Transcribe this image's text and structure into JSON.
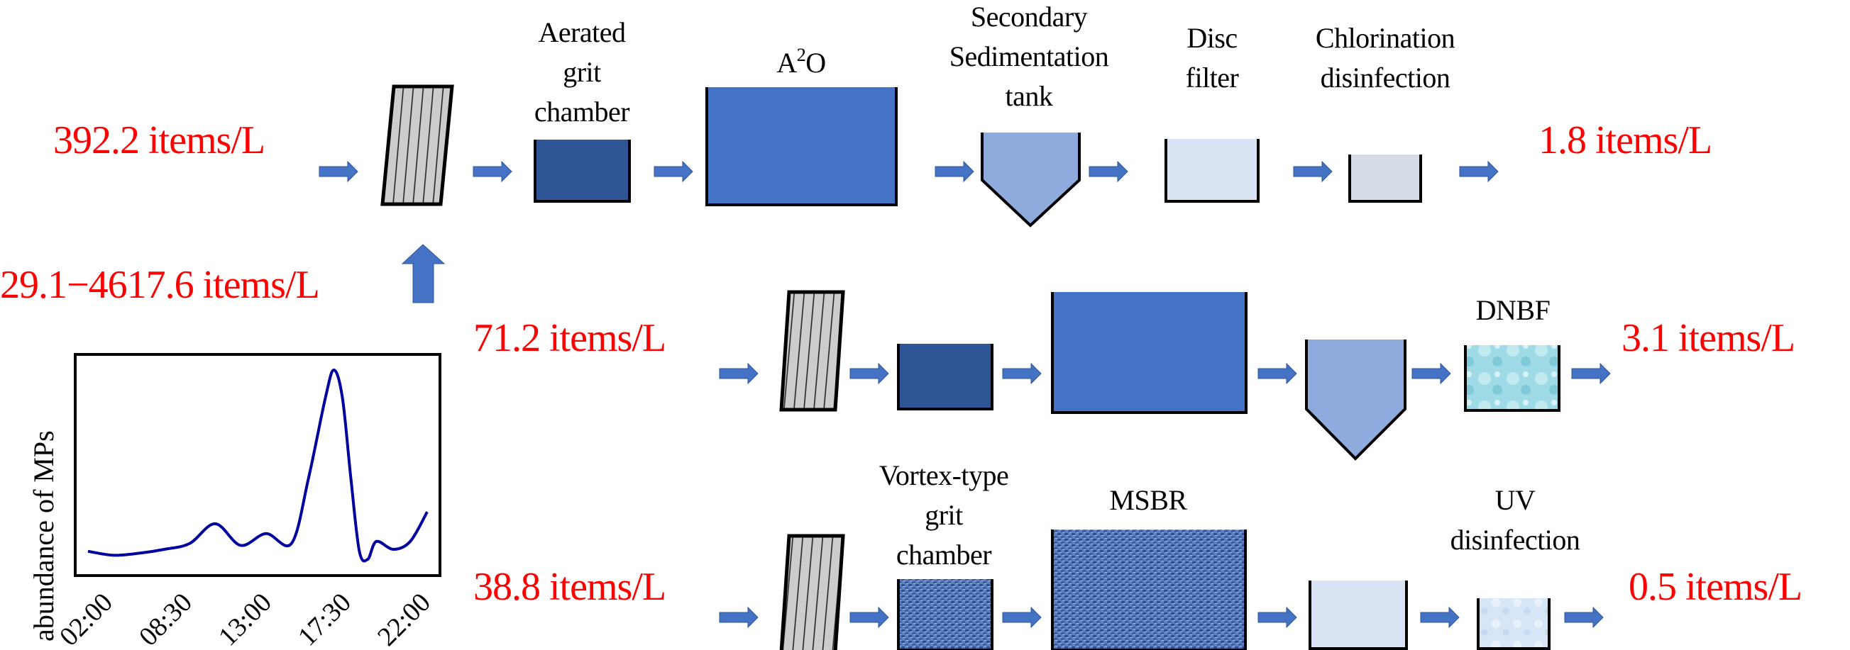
{
  "colors": {
    "concentration_text": "#ff0000",
    "arrow": "#4472c4",
    "grit_chamber": "#2f5597",
    "a2o_tank": "#4472c4",
    "sedimentation": "#8faadc",
    "disc_filter": "#dae3f3",
    "chlorination": "#d6dce5",
    "screen": "#cccccc",
    "chart_line": "#0000a0"
  },
  "influent_range": "29.1−4617.6 items/L",
  "rows": [
    {
      "influent": "392.2 items/L",
      "effluent": "1.8 items/L",
      "units": [
        {
          "id": "screen",
          "label": []
        },
        {
          "id": "aerated-grit-chamber",
          "label": [
            "Aerated",
            "grit",
            "chamber"
          ]
        },
        {
          "id": "a2o",
          "label": [
            "A",
            "2",
            "O"
          ]
        },
        {
          "id": "secondary-sedimentation-tank",
          "label": [
            "Secondary",
            "Sedimentation",
            "tank"
          ]
        },
        {
          "id": "disc-filter",
          "label": [
            "Disc",
            "filter"
          ]
        },
        {
          "id": "chlorination-disinfection",
          "label": [
            "Chlorination",
            "disinfection"
          ]
        }
      ]
    },
    {
      "influent": "71.2 items/L",
      "effluent": "3.1 items/L",
      "units": [
        {
          "id": "screen",
          "label": []
        },
        {
          "id": "grit-chamber",
          "label": []
        },
        {
          "id": "biological-tank",
          "label": []
        },
        {
          "id": "sedimentation-tank",
          "label": []
        },
        {
          "id": "dnbf",
          "label": [
            "DNBF"
          ]
        }
      ]
    },
    {
      "influent": "38.8 items/L",
      "effluent": "0.5 items/L",
      "units": [
        {
          "id": "screen",
          "label": []
        },
        {
          "id": "vortex-type-grit-chamber",
          "label": [
            "Vortex-type",
            "grit",
            "chamber"
          ]
        },
        {
          "id": "msbr",
          "label": [
            "MSBR"
          ]
        },
        {
          "id": "filter-tank",
          "label": []
        },
        {
          "id": "uv-disinfection",
          "label": [
            "UV",
            "disinfection"
          ]
        }
      ]
    }
  ],
  "chart_data": {
    "type": "line",
    "title": "",
    "xlabel": "",
    "ylabel": "abundance of MPs",
    "x_tick_labels": [
      "02:00",
      "08:30",
      "13:00",
      "17:30",
      "22:00"
    ],
    "y_tick_labels": [],
    "grid": false,
    "note": "relative abundance (unitless, no y ticks); x in hours",
    "x": [
      2,
      3.5,
      5,
      6.5,
      8,
      9.5,
      11,
      12.5,
      14,
      15,
      16,
      16.5,
      17,
      17.5,
      18,
      18.5,
      19,
      20,
      21,
      22
    ],
    "y": [
      0.08,
      0.06,
      0.07,
      0.09,
      0.12,
      0.22,
      0.11,
      0.17,
      0.12,
      0.45,
      0.86,
      1.0,
      0.86,
      0.45,
      0.08,
      0.04,
      0.13,
      0.09,
      0.13,
      0.28
    ],
    "series": [
      {
        "name": "abundance of MPs",
        "color": "#0000a0"
      }
    ]
  }
}
